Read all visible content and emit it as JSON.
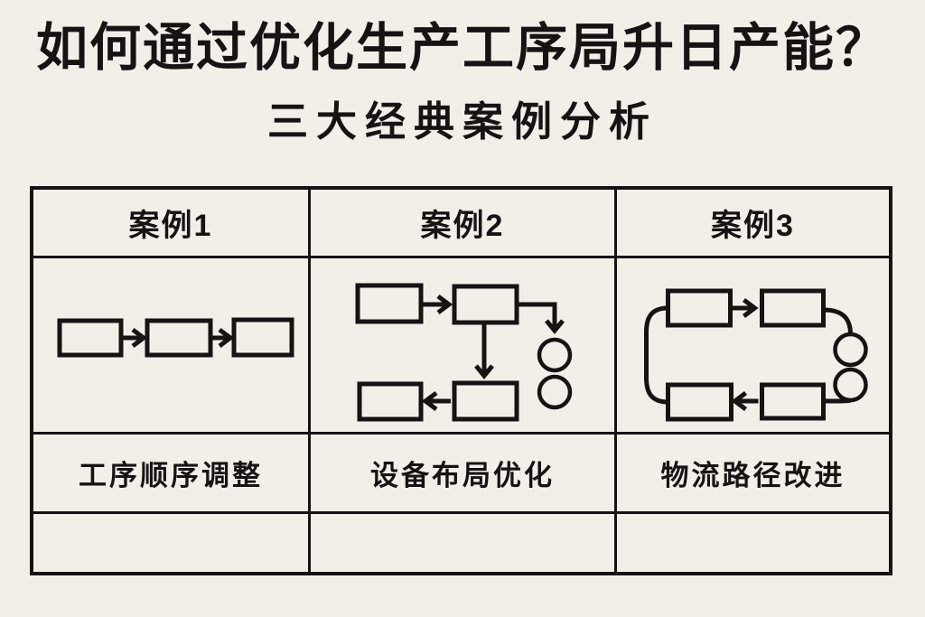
{
  "page": {
    "bg_color": "#f2efe9",
    "ink_color": "#161412"
  },
  "header": {
    "title": "如何通过优化生产工序局升日产能？",
    "subtitle": "三大经典案例分析"
  },
  "table": {
    "columns": [
      {
        "header": "案例1",
        "label": "工序顺序调整",
        "diagram": "linear-sequence-flowchart"
      },
      {
        "header": "案例2",
        "label": "设备布局优化",
        "diagram": "equipment-layout-flowchart"
      },
      {
        "header": "案例3",
        "label": "物流路径改进",
        "diagram": "closed-loop-flowchart"
      }
    ],
    "empty_row_cells": [
      "",
      "",
      ""
    ]
  }
}
